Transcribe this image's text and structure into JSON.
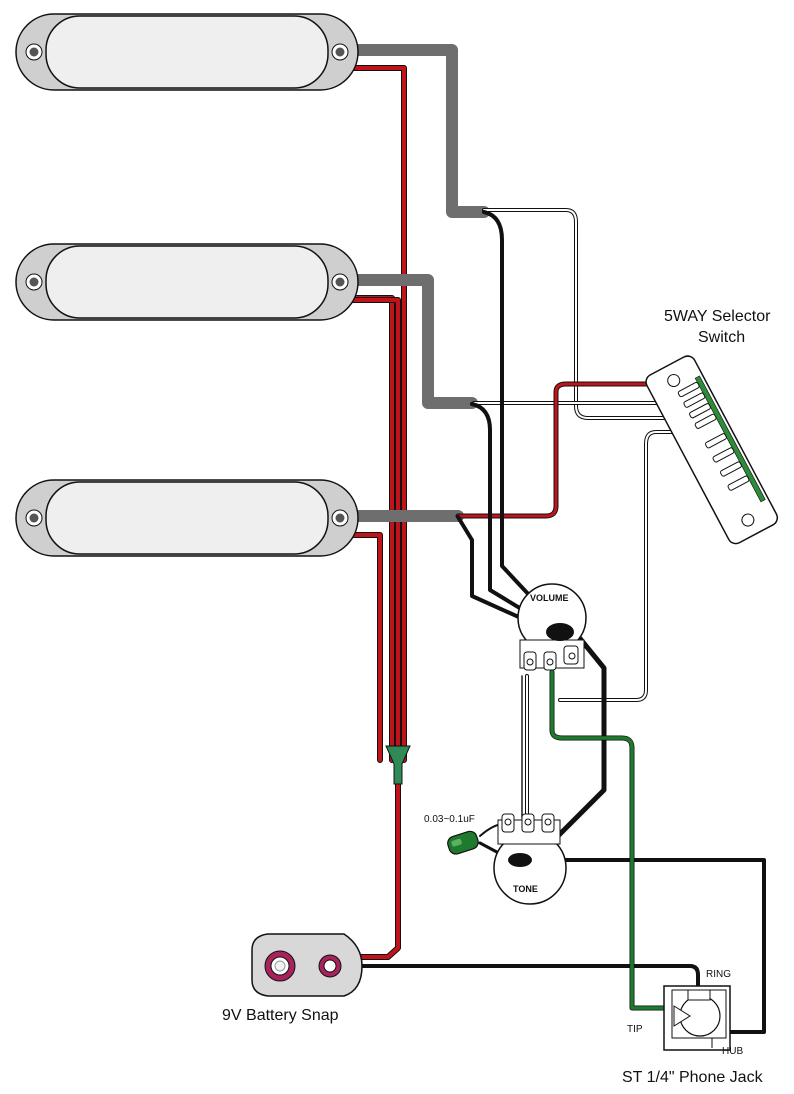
{
  "labels": {
    "selector_line1": "5WAY Selector",
    "selector_line2": "Switch",
    "volume": "VOLUME",
    "tone": "TONE",
    "capacitor": "0.03~0.1uF",
    "battery": "9V Battery Snap",
    "jack": "ST 1/4\" Phone Jack",
    "ring": "RING",
    "tip": "TIP",
    "hub": "HUB"
  },
  "components": {
    "pickups": [
      "neck-pickup",
      "middle-pickup",
      "bridge-pickup"
    ],
    "pots": [
      "volume-pot",
      "tone-pot"
    ],
    "switch": "5way-selector-switch",
    "jack": "stereo-quarter-inch-jack",
    "battery": "9v-battery-snap",
    "capacitor": "tone-capacitor"
  },
  "colors": {
    "wire_red": "#c0141a",
    "wire_black": "#111111",
    "wire_green": "#1f7a2e",
    "wire_gray": "#6e6e6e",
    "wire_white": "#ffffff",
    "pickup_body": "#efefef",
    "pickup_bezel": "#cfcfcf",
    "switch_pcb": "#2e8b3a",
    "battery_terminal": "#a8235b"
  }
}
